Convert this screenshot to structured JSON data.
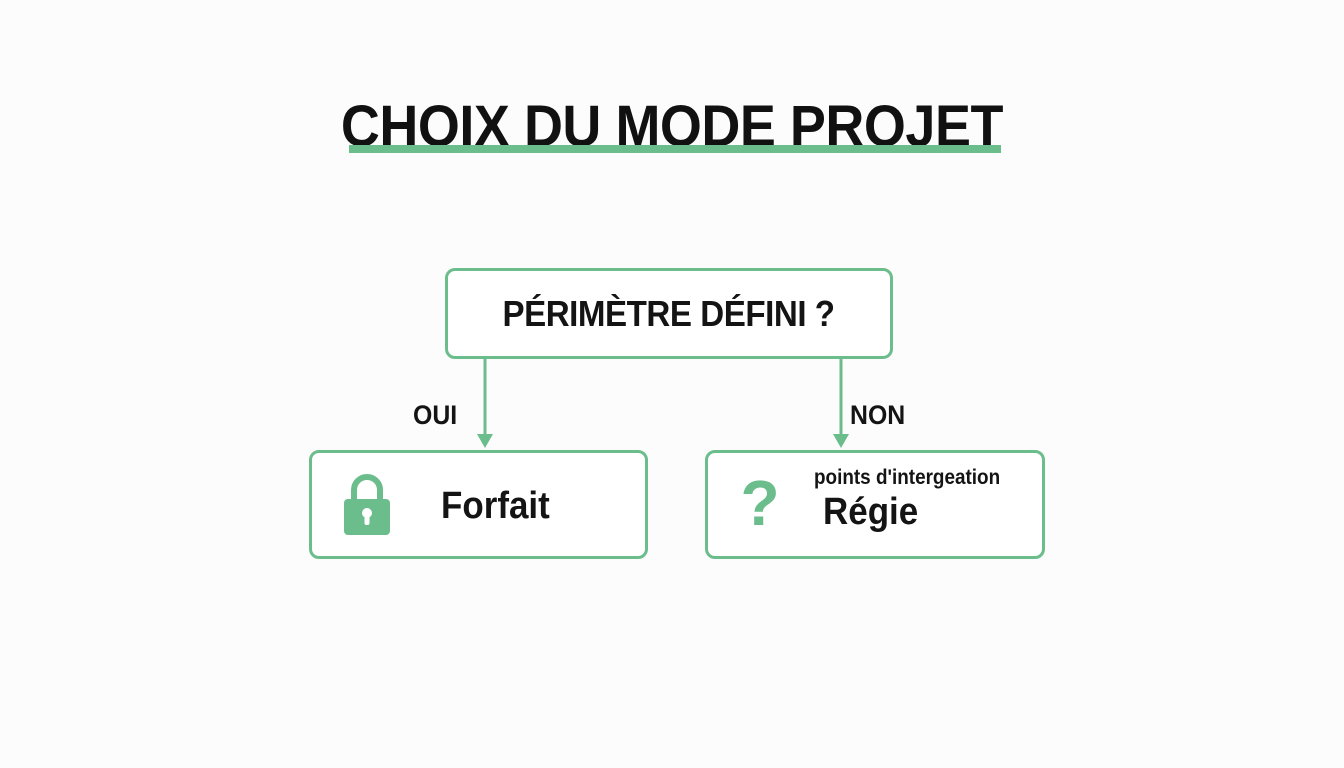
{
  "title": "CHOIX DU MODE PROJET",
  "decision": {
    "question": "PÉRIMÈTRE DÉFINI ?"
  },
  "branches": {
    "yes": {
      "label": "OUI",
      "outcome": "Forfait",
      "icon": "lock-icon"
    },
    "no": {
      "label": "NON",
      "outcome": "Régie",
      "subtext": "points d'intergeation",
      "icon": "question-mark-icon",
      "icon_glyph": "?"
    }
  },
  "colors": {
    "accent": "#6cbd8c",
    "text": "#141414",
    "background": "#fbfcfb"
  }
}
